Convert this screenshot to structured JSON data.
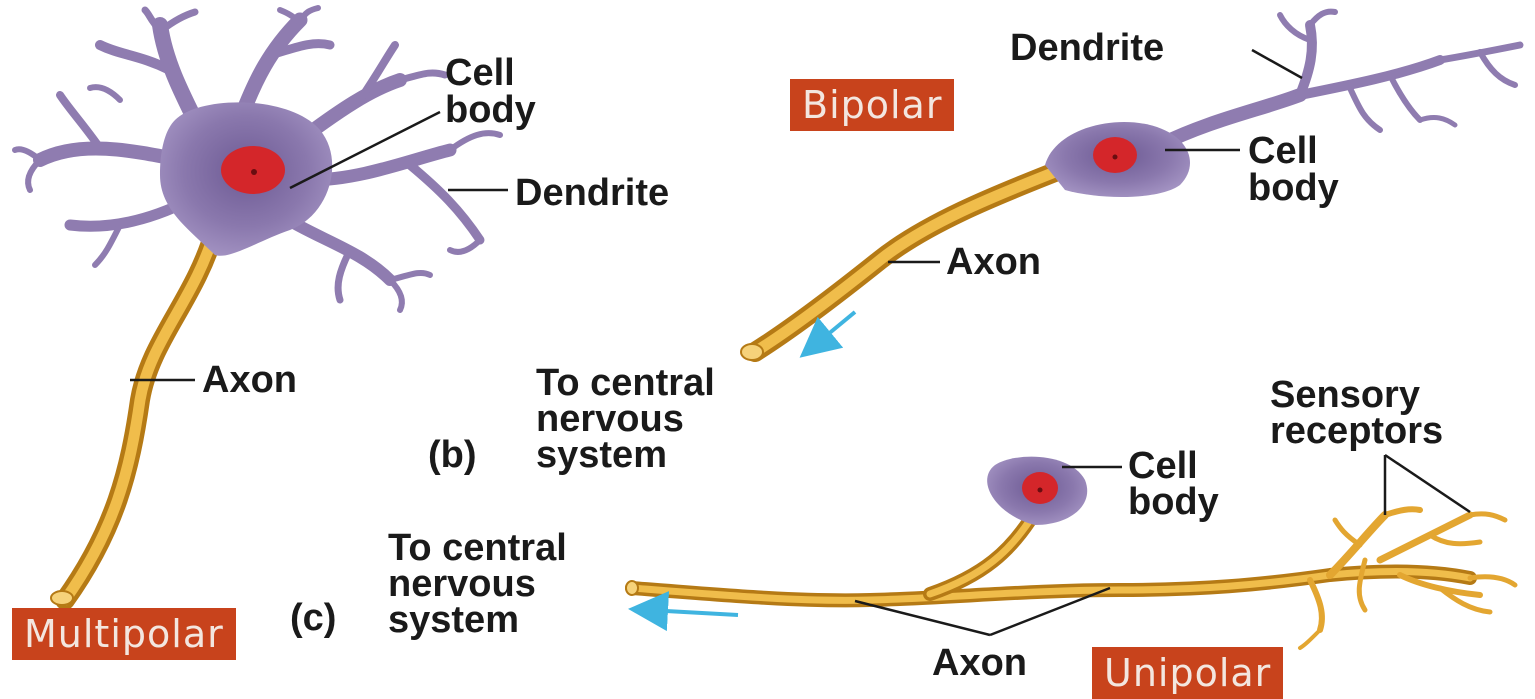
{
  "types": {
    "multipolar": "Multipolar",
    "bipolar": "Bipolar",
    "unipolar": "Unipolar"
  },
  "multipolar": {
    "cell_body_line1": "Cell",
    "cell_body_line2": "body",
    "dendrite": "Dendrite",
    "axon": "Axon"
  },
  "bipolar": {
    "dendrite": "Dendrite",
    "cell_body_line1": "Cell",
    "cell_body_line2": "body",
    "axon": "Axon",
    "cns_line1": "To central",
    "cns_line2": "nervous",
    "cns_line3": "system",
    "panel_letter": "(b)"
  },
  "unipolar": {
    "cell_body_line1": "Cell",
    "cell_body_line2": "body",
    "sensory_line1": "Sensory",
    "sensory_line2": "receptors",
    "cns_line1": "To central",
    "cns_line2": "nervous",
    "cns_line3": "system",
    "axon": "Axon",
    "panel_letter": "(c)"
  },
  "colors": {
    "dendrite_purple": "#8f7cb0",
    "nucleus_red": "#d4262a",
    "axon_gold": "#e3a631",
    "arrow_blue": "#3fb4e0",
    "badge_orange": "#c8431c"
  }
}
